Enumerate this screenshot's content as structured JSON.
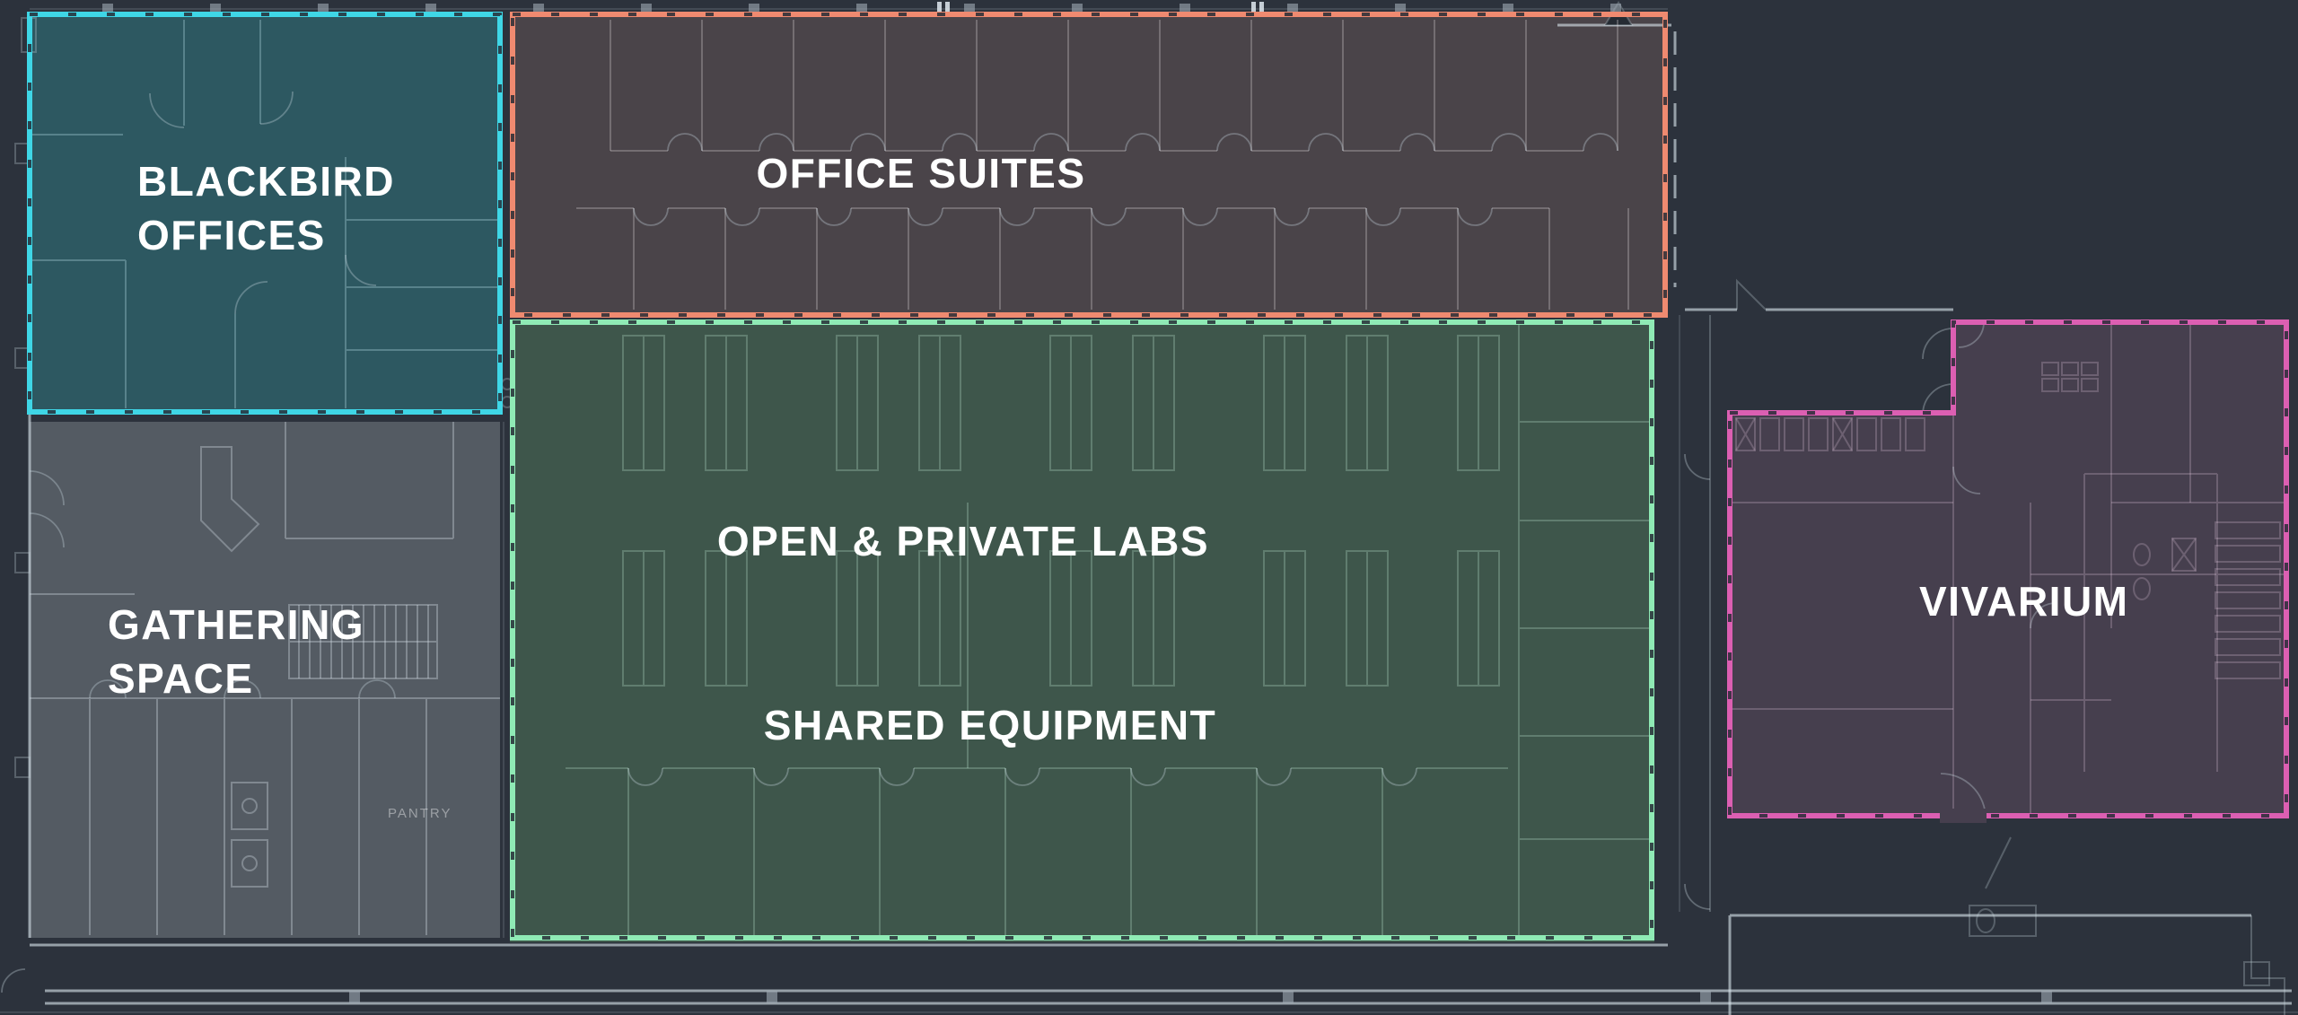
{
  "canvas": {
    "background_color": "#2c323c",
    "plan_line_color": "#c8d6e0",
    "label_text_color": "#ffffff"
  },
  "zones": [
    {
      "id": "blackbird-offices",
      "labels": [
        "BLACKBIRD",
        "OFFICES"
      ],
      "fill_color": "#2d5861",
      "border_color": "#3fd6e6"
    },
    {
      "id": "office-suites",
      "labels": [
        "OFFICE SUITES"
      ],
      "fill_color": "#4a4449",
      "border_color": "#ef8a70"
    },
    {
      "id": "open-private-labs",
      "labels": [
        "OPEN & PRIVATE LABS",
        "SHARED EQUIPMENT"
      ],
      "fill_color": "#3e564b",
      "border_color": "#8feab5"
    },
    {
      "id": "gathering-space",
      "labels": [
        "GATHERING",
        "SPACE"
      ],
      "fill_color": "#545b63",
      "border_color": null
    },
    {
      "id": "vivarium",
      "labels": [
        "VIVARIUM"
      ],
      "fill_color": "#463f4e",
      "border_color": "#dc5fb2"
    }
  ],
  "annotations": [
    {
      "text": "PANTRY"
    }
  ]
}
